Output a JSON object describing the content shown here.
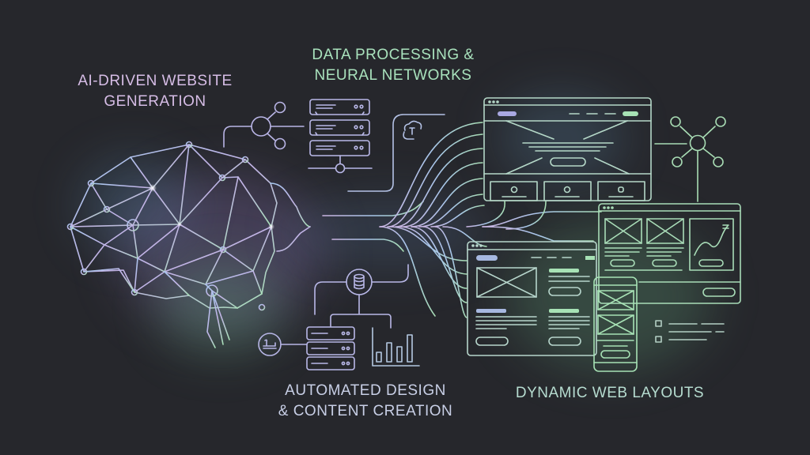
{
  "labels": {
    "ai_generation": [
      "AI-DRIVEN WEBSITE",
      "GENERATION"
    ],
    "data_processing": [
      "DATA PROCESSING &",
      "NEURAL NETWORKS"
    ],
    "automated_design": [
      "AUTOMATED DESIGN",
      "& CONTENT CREATION"
    ],
    "dynamic_layouts": [
      "DYNAMIC WEB LAYOUTS"
    ]
  },
  "colors": {
    "background": "#26272c",
    "purple": "#c9b3e0",
    "lavender": "#b7b6e6",
    "blue": "#9ec8e6",
    "green": "#a8dcb4",
    "mint": "#9fe0b0",
    "text_purple": "#d6bde6",
    "text_green": "#a9e2bd",
    "text_mixed": "#c8cfe6"
  },
  "icons": [
    "brain-network-icon",
    "hub-node-icon",
    "server-rack-icon",
    "cloud-icon",
    "database-icon",
    "stamp-icon",
    "bar-chart-icon",
    "network-node-icon",
    "browser-wireframe-icon",
    "mobile-wireframe-icon",
    "checklist-icon"
  ]
}
